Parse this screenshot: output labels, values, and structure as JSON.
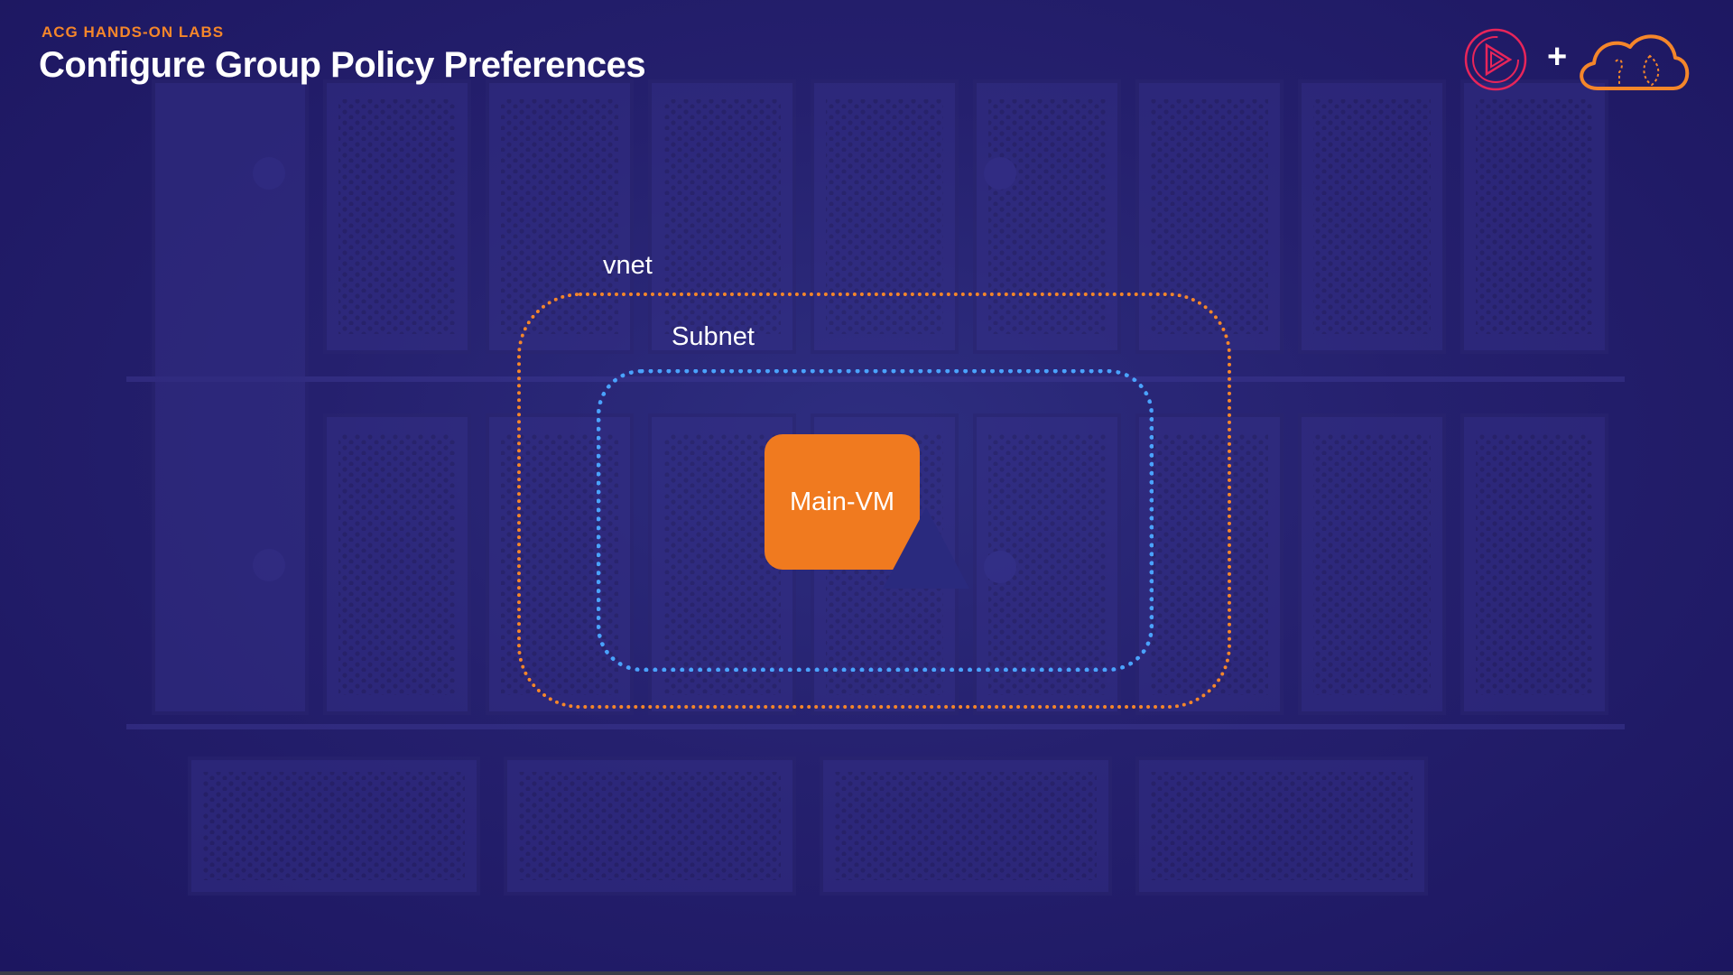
{
  "header": {
    "subtitle": "ACG HANDS-ON LABS",
    "title": "Configure Group Policy Preferences",
    "plus": "+"
  },
  "diagram": {
    "vnet_label": "vnet",
    "subnet_label": "Subnet",
    "vm_label": "Main-VM"
  },
  "colors": {
    "background": "#25206e",
    "accent_orange": "#f5862a",
    "subnet_blue": "#4aa3ff",
    "vm_orange": "#f07a1f",
    "logo_pink": "#e8255a"
  },
  "icons": [
    "pluralsight-play-icon",
    "acg-cloud-icon"
  ]
}
